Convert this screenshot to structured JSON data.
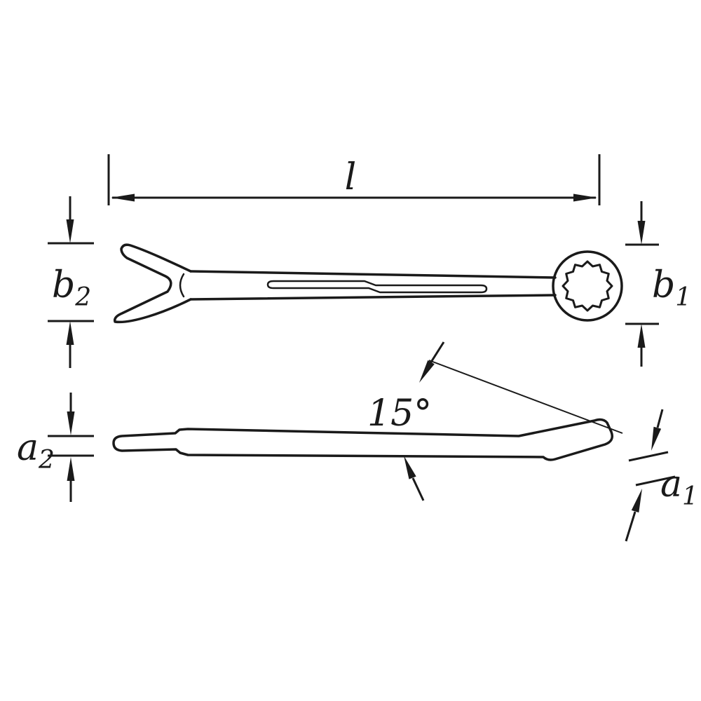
{
  "diagram": {
    "type": "technical-drawing",
    "subject": "combination-wrench-dimension-diagram",
    "colors": {
      "line": "#1a1a1a",
      "background": "#ffffff"
    },
    "labels": {
      "length": {
        "main": "l"
      },
      "width_open_end": {
        "main": "b",
        "sub": "2"
      },
      "width_ring_end": {
        "main": "b",
        "sub": "1"
      },
      "thickness_shaft": {
        "main": "a",
        "sub": "2"
      },
      "thickness_ring_end": {
        "main": "a",
        "sub": "1"
      },
      "angle": {
        "main": "15°"
      }
    }
  }
}
